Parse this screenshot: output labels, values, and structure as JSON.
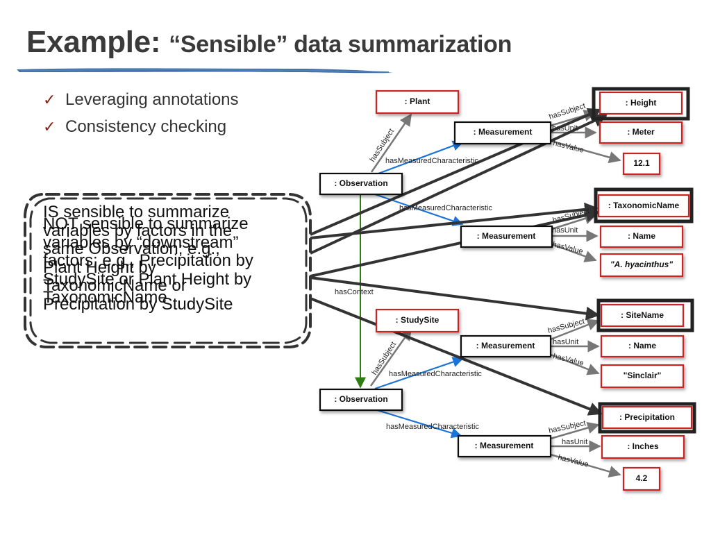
{
  "slide": {
    "title_main": "Example:",
    "title_sub": "“Sensible” data summarization",
    "bullets": [
      "Leveraging annotations",
      "Consistency checking"
    ],
    "callout_lines": [
      "IS sensible to summarize",
      "variables by factors in the",
      "same Observation; e.g.,",
      "Plant Height by",
      "TaxonomicName or",
      "Precipitation by StudySite"
    ],
    "callout_overlay_lines": [
      "NOT sensible to summarize",
      "variables by “downstream”",
      "factors; e.g., Precipitation by",
      "StudySite or Plant Height by",
      "TaxonomicName"
    ]
  },
  "diagram": {
    "nodes": {
      "plant": ": Plant",
      "obs1": ": Observation",
      "meas1": ": Measurement",
      "meas2": ": Measurement",
      "height": ": Height",
      "meter": ": Meter",
      "val1": "12.1",
      "taxon": ": TaxonomicName",
      "name1": ": Name",
      "hyacinthus": "\"A. hyacinthus\"",
      "studysite": ": StudySite",
      "obs2": ": Observation",
      "meas3": ": Measurement",
      "meas4": ": Measurement",
      "sitename": ": SiteName",
      "name2": ": Name",
      "sinclair": "\"Sinclair\"",
      "precip": ": Precipitation",
      "inches": ": Inches",
      "val2": "4.2"
    },
    "edges": {
      "hasSubject": "hasSubject",
      "hasMeasuredCharacteristic": "hasMeasuredCharacteristic",
      "hasUnit": "hasUnit",
      "hasValue": "hasValue",
      "hasContext": "hasContext"
    },
    "colors": {
      "red_border": "#cc2222",
      "blue_arrow": "#1a73d9",
      "green_arrow": "#2e7d12",
      "gray_arrow": "#777777"
    }
  }
}
